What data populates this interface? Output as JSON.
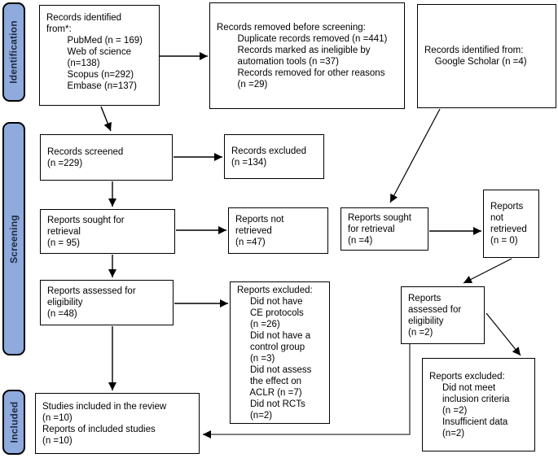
{
  "colors": {
    "stage_fill": "#8FAADC",
    "arrow_line": "#000000",
    "elbow_connector": "#6F6F6F"
  },
  "sidebar": {
    "stages": [
      {
        "label": "Identification"
      },
      {
        "label": "Screening"
      },
      {
        "label": "Included"
      }
    ]
  },
  "boxes": {
    "records_identified": {
      "text": "Records identified\nfrom*:\n        PubMed (n = 169)\n        Web of science\n        (n=138)\n        Scopus (n=292)\n        Embase (n=137)"
    },
    "records_removed": {
      "text": "Records removed before screening:\n        Duplicate records removed (n =441)\n        Records marked as ineligible by\n        automation tools (n =37)\n        Records removed for other reasons\n        (n =29)"
    },
    "google_scholar": {
      "text": "Records identified from:\n    Google Scholar (n =4)"
    },
    "records_screened": {
      "text": "Records screened\n(n =229)"
    },
    "records_excluded": {
      "text": "Records excluded\n(n =134)"
    },
    "reports_sought_95": {
      "text": "Reports sought for\nretrieval\n(n = 95)"
    },
    "reports_not_retrieved_47": {
      "text": "Reports not\nretrieved\n(n =47)"
    },
    "reports_sought_4": {
      "text": "Reports sought\nfor retrieval\n(n =4)"
    },
    "reports_not_retrieved_0": {
      "text": "Reports\nnot\nretrieved\n(n = 0)"
    },
    "reports_assessed_48": {
      "text": "Reports assessed for\neligibility\n(n =48)"
    },
    "reports_excluded_main": {
      "text": "Reports excluded:\n     Did not have\n     CE protocols\n     (n =26)\n     Did not have a\n     control group\n     (n =3)\n     Did not assess\n     the effect on\n     ACLR (n =7)\n     Did not RCTs\n     (n=2)"
    },
    "reports_assessed_2": {
      "text": "Reports\nassessed for\neligibility\n(n =2)"
    },
    "reports_excluded_right": {
      "text": "Reports excluded:\n     Did not meet\n     inclusion criteria\n     (n =2)\n     Insufficient data\n     (n=2)"
    },
    "studies_included": {
      "text": "Studies included in the review\n(n =10)\nReports of included studies\n(n =10)"
    }
  }
}
